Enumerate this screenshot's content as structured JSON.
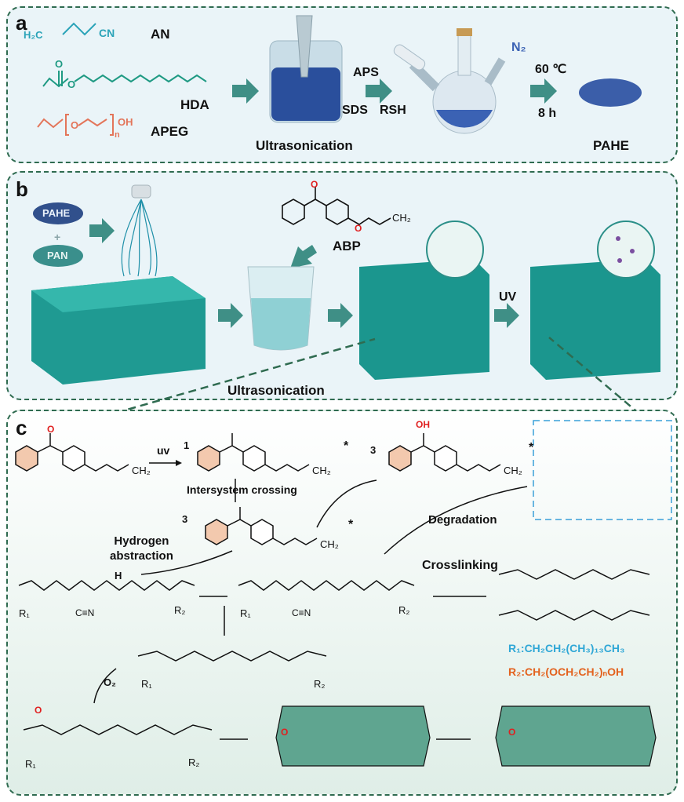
{
  "panel_a": {
    "label": "a",
    "an_formula": "H₂C",
    "an_cn": "CN",
    "an_name": "AN",
    "hda_o": "O",
    "hda_o2": "O",
    "hda_name": "HDA",
    "apeg_o": "O",
    "apeg_n": "n",
    "apeg_oh": "OH",
    "apeg_name": "APEG",
    "ultrasonication": "Ultrasonication",
    "aps": "APS",
    "sds": "SDS",
    "rsh": "RSH",
    "n2": "N₂",
    "temp": "60 ℃",
    "time": "8 h",
    "product": "PAHE"
  },
  "panel_b": {
    "label": "b",
    "pahe": "PAHE",
    "plus": "+",
    "pan": "PAN",
    "abp_o": "O",
    "abp_ester_o": "O",
    "abp_ch2": "CH₂",
    "abp_name": "ABP",
    "ultrasonication": "Ultrasonication",
    "uv": "UV"
  },
  "panel_c": {
    "label": "c",
    "uv": "uv",
    "singlet": "1",
    "triplet_left": "3",
    "triplet_right": "3",
    "star": "*",
    "ch2": "CH₂",
    "oh": "OH",
    "intersystem": "Intersystem crossing",
    "hydrogen_abstraction": "Hydrogen\nabstraction",
    "degradation": "Degradation",
    "crosslinking": "Crosslinking",
    "h": "H",
    "r1": "R₁",
    "r2": "R₂",
    "cn": "C≡N",
    "o": "O",
    "o2": "O₂",
    "r1_def": "R₁:CH₂CH₂(CH₃)₁₃CH₃",
    "r2_def": "R₂:CH₂(OCH₂CH₂)ₙOH",
    "colors": {
      "r1": "#2fa7d6",
      "r2": "#e3621e",
      "oxygen": "#e02020",
      "ring": "#f3c9ae",
      "cyclized": "#5fa590"
    }
  }
}
